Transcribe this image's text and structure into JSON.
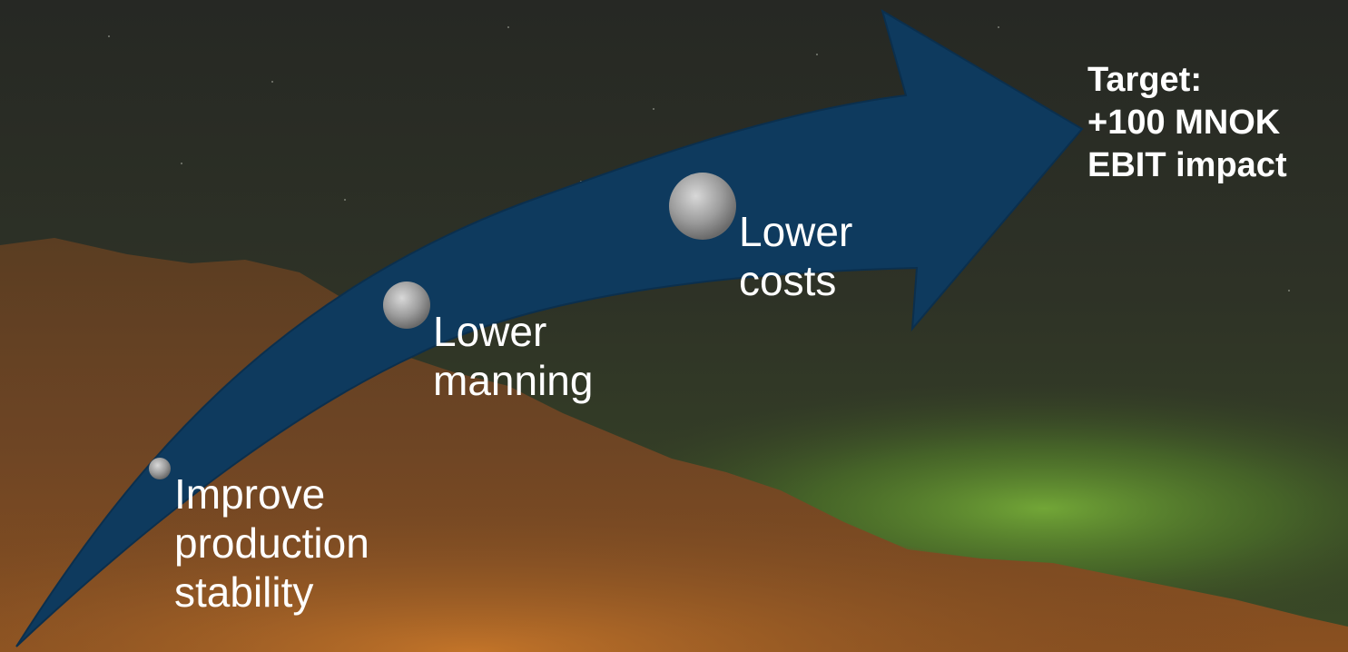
{
  "steps": [
    {
      "label": "Improve\nproduction\nstability"
    },
    {
      "label": "Lower\nmanning"
    },
    {
      "label": "Lower\ncosts"
    }
  ],
  "target": {
    "text": "Target:\n+100 MNOK\nEBIT impact"
  },
  "colors": {
    "arrow": "#0e3a5e",
    "text": "#ffffff",
    "bullet": "#9a9a9a",
    "sky": "#2b2d22",
    "aurora": "#5e8a2a",
    "mountain": "#6a4020"
  },
  "icons": {
    "step_marker": "grey-sphere-icon",
    "arrow": "curved-arrow-icon"
  }
}
